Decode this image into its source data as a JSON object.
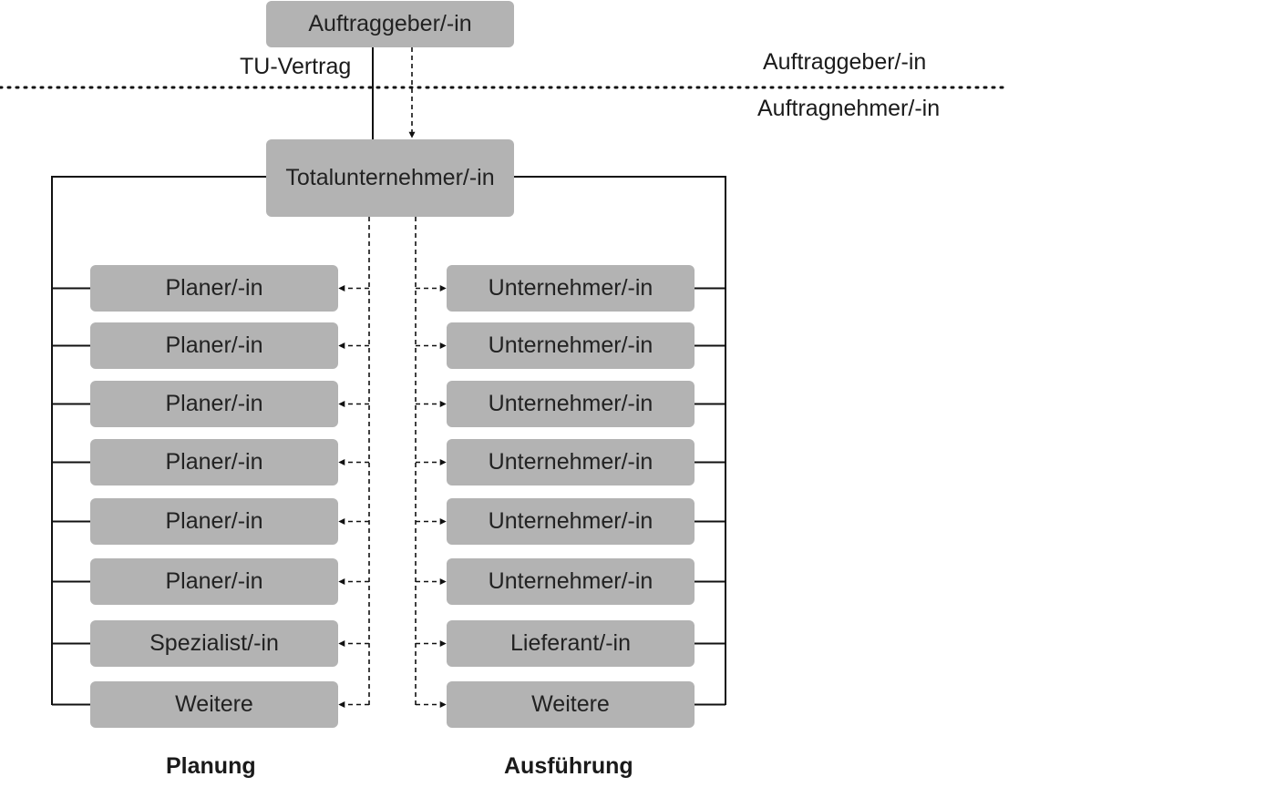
{
  "client": "Auftraggeber/-in",
  "contract_label": "TU-Vertrag",
  "zone_client": "Auftraggeber/-in",
  "zone_contractor": "Auftragnehmer/-in",
  "total_contractor": "Totalunternehmer/-in",
  "planning": {
    "title": "Planung",
    "items": [
      "Planer/-in",
      "Planer/-in",
      "Planer/-in",
      "Planer/-in",
      "Planer/-in",
      "Planer/-in",
      "Spezialist/-in",
      "Weitere"
    ]
  },
  "execution": {
    "title": "Ausführung",
    "items": [
      "Unternehmer/-in",
      "Unternehmer/-in",
      "Unternehmer/-in",
      "Unternehmer/-in",
      "Unternehmer/-in",
      "Unternehmer/-in",
      "Lieferant/-in",
      "Weitere"
    ]
  }
}
